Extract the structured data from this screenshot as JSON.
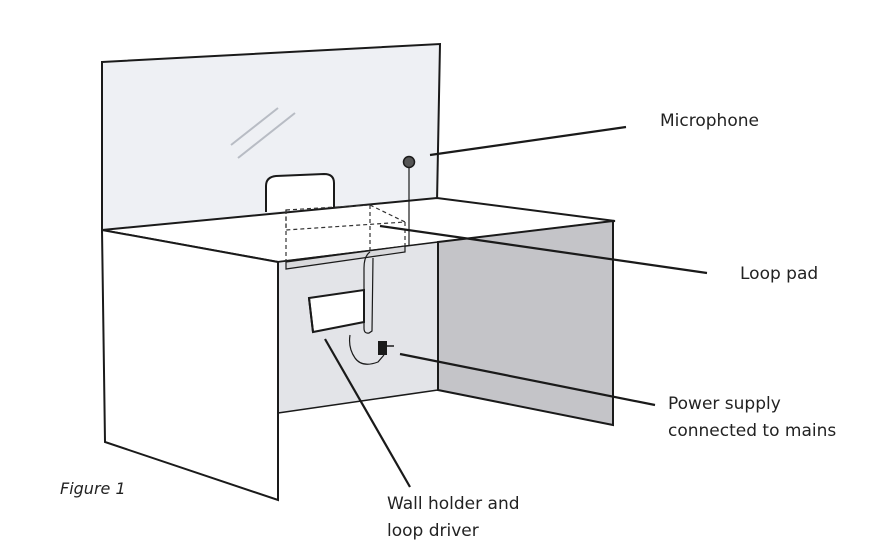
{
  "figure_label": "Figure 1",
  "callouts": {
    "microphone": "Microphone",
    "loop_pad": "Loop pad",
    "power_supply": [
      "Power supply",
      "connected to mains"
    ],
    "wall_holder": [
      "Wall holder and",
      "loop driver"
    ]
  },
  "colors": {
    "stroke": "#1a1a1a",
    "glass_fill": "#eef0f4",
    "counter_fill": "#ffffff",
    "inner_back_wall": "#e3e4e8",
    "right_panel_shadow": "#c4c4c8",
    "loop_pad_fill": "#d9d9dc"
  }
}
